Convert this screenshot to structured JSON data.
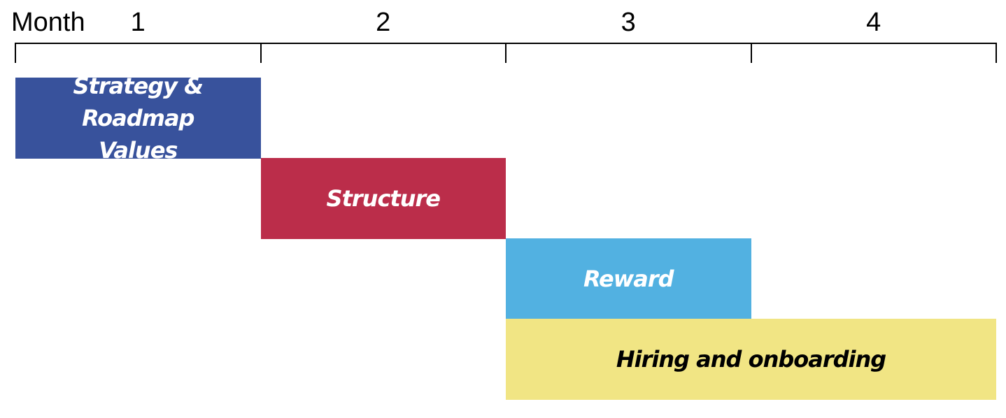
{
  "chart_data": {
    "type": "gantt",
    "axis_title": "Month",
    "months": [
      "1",
      "2",
      "3",
      "4"
    ],
    "xlim": [
      0,
      4
    ],
    "tasks": [
      {
        "name": "Strategy & Roadmap\nValues",
        "start": 0,
        "end": 1,
        "color": "#38529c",
        "text_color": "#ffffff"
      },
      {
        "name": "Structure",
        "start": 1,
        "end": 2,
        "color": "#bb2d4a",
        "text_color": "#ffffff"
      },
      {
        "name": "Reward",
        "start": 2,
        "end": 3,
        "color": "#52b1e1",
        "text_color": "#ffffff"
      },
      {
        "name": "Hiring and onboarding",
        "start": 2,
        "end": 4,
        "color": "#f1e584",
        "text_color": "#000000"
      }
    ]
  }
}
